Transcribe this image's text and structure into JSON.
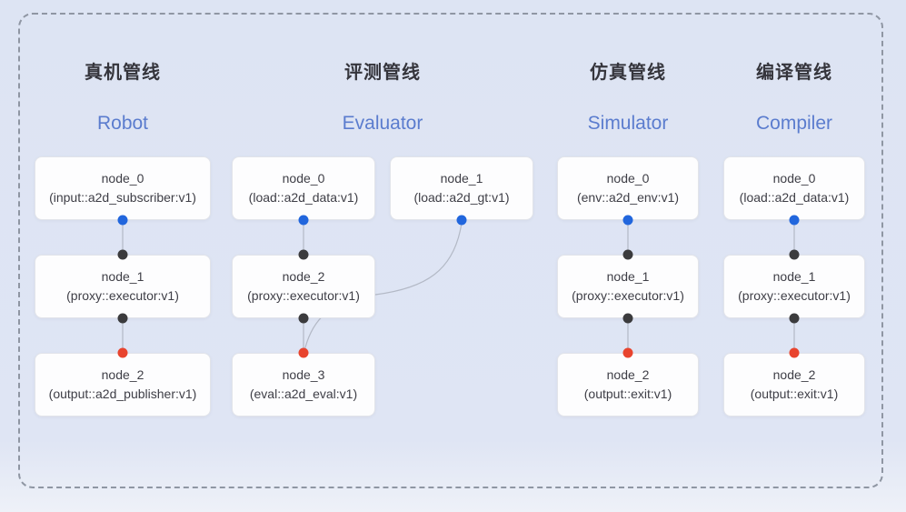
{
  "colors": {
    "background": "#dfe5f4",
    "frame_dash": "#8f96a3",
    "node_fill": "#fdfdfe",
    "node_border": "#e2e4ea",
    "node_text": "#3e3e46",
    "title_zh": "#35353c",
    "title_en": "#5b7cce",
    "connector": "#b3b9c6",
    "port_blue": "#2166dd",
    "port_black": "#3b3b3d",
    "port_red": "#e8442e"
  },
  "pipelines": [
    {
      "title_zh": "真机管线",
      "title_en": "Robot",
      "nodes": [
        {
          "name": "node_0",
          "type": "(input::a2d_subscriber:v1)"
        },
        {
          "name": "node_1",
          "type": "(proxy::executor:v1)"
        },
        {
          "name": "node_2",
          "type": "(output::a2d_publisher:v1)"
        }
      ]
    },
    {
      "title_zh": "评测管线",
      "title_en": "Evaluator",
      "nodes": [
        {
          "name": "node_0",
          "type": "(load::a2d_data:v1)"
        },
        {
          "name": "node_1",
          "type": "(load::a2d_gt:v1)"
        },
        {
          "name": "node_2",
          "type": "(proxy::executor:v1)"
        },
        {
          "name": "node_3",
          "type": "(eval::a2d_eval:v1)"
        }
      ]
    },
    {
      "title_zh": "仿真管线",
      "title_en": "Simulator",
      "nodes": [
        {
          "name": "node_0",
          "type": "(env::a2d_env:v1)"
        },
        {
          "name": "node_1",
          "type": "(proxy::executor:v1)"
        },
        {
          "name": "node_2",
          "type": "(output::exit:v1)"
        }
      ]
    },
    {
      "title_zh": "编译管线",
      "title_en": "Compiler",
      "nodes": [
        {
          "name": "node_0",
          "type": "(load::a2d_data:v1)"
        },
        {
          "name": "node_1",
          "type": "(proxy::executor:v1)"
        },
        {
          "name": "node_2",
          "type": "(output::exit:v1)"
        }
      ]
    }
  ]
}
